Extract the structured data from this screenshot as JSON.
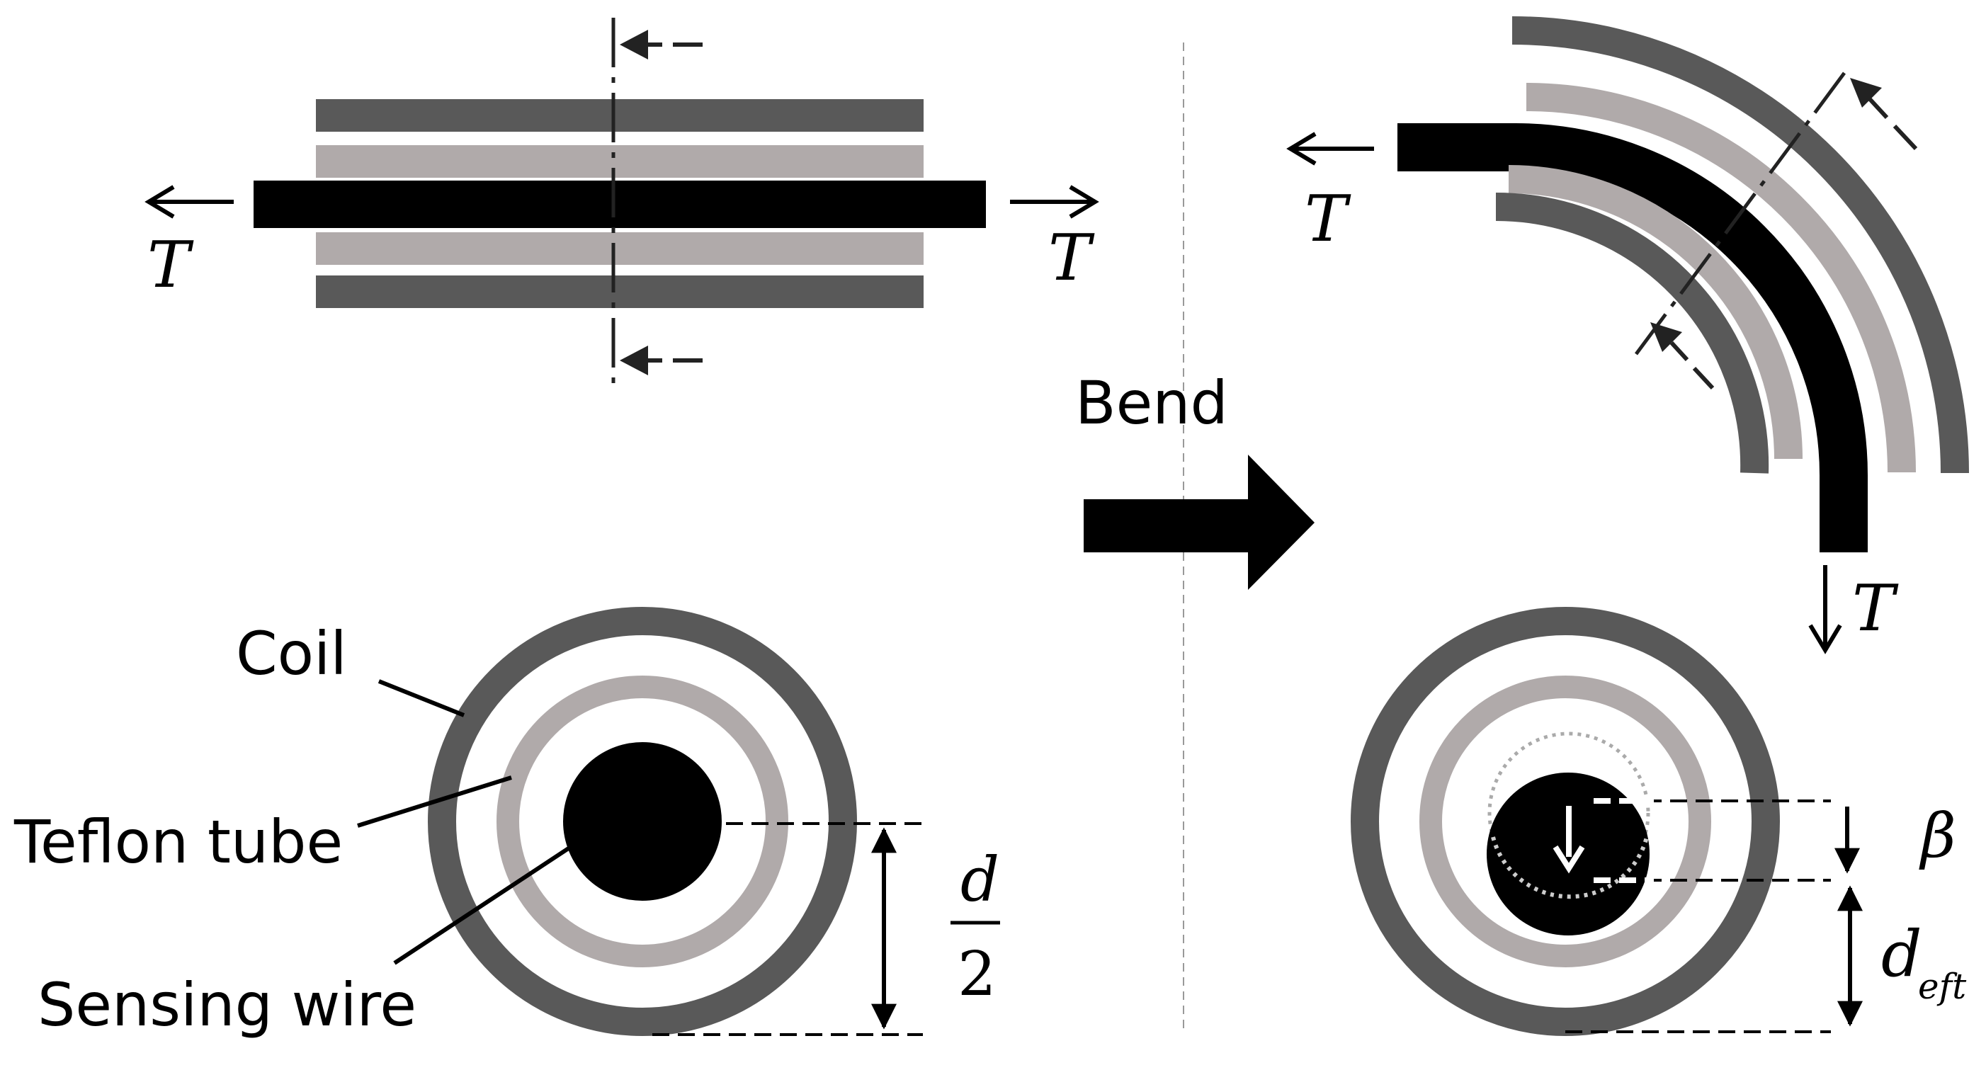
{
  "labels": {
    "tension": "T",
    "bend": "Bend",
    "coil": "Coil",
    "teflon_tube": "Teflon tube",
    "sensing_wire": "Sensing wire",
    "half_d_num": "d",
    "half_d_den": "2",
    "beta": "β",
    "d_eft_main": "d",
    "d_eft_sub": "eft"
  },
  "colors": {
    "coil": "#595959",
    "teflon_tube": "#b0aaaa",
    "sensing_wire": "#000000",
    "background": "#ffffff"
  }
}
